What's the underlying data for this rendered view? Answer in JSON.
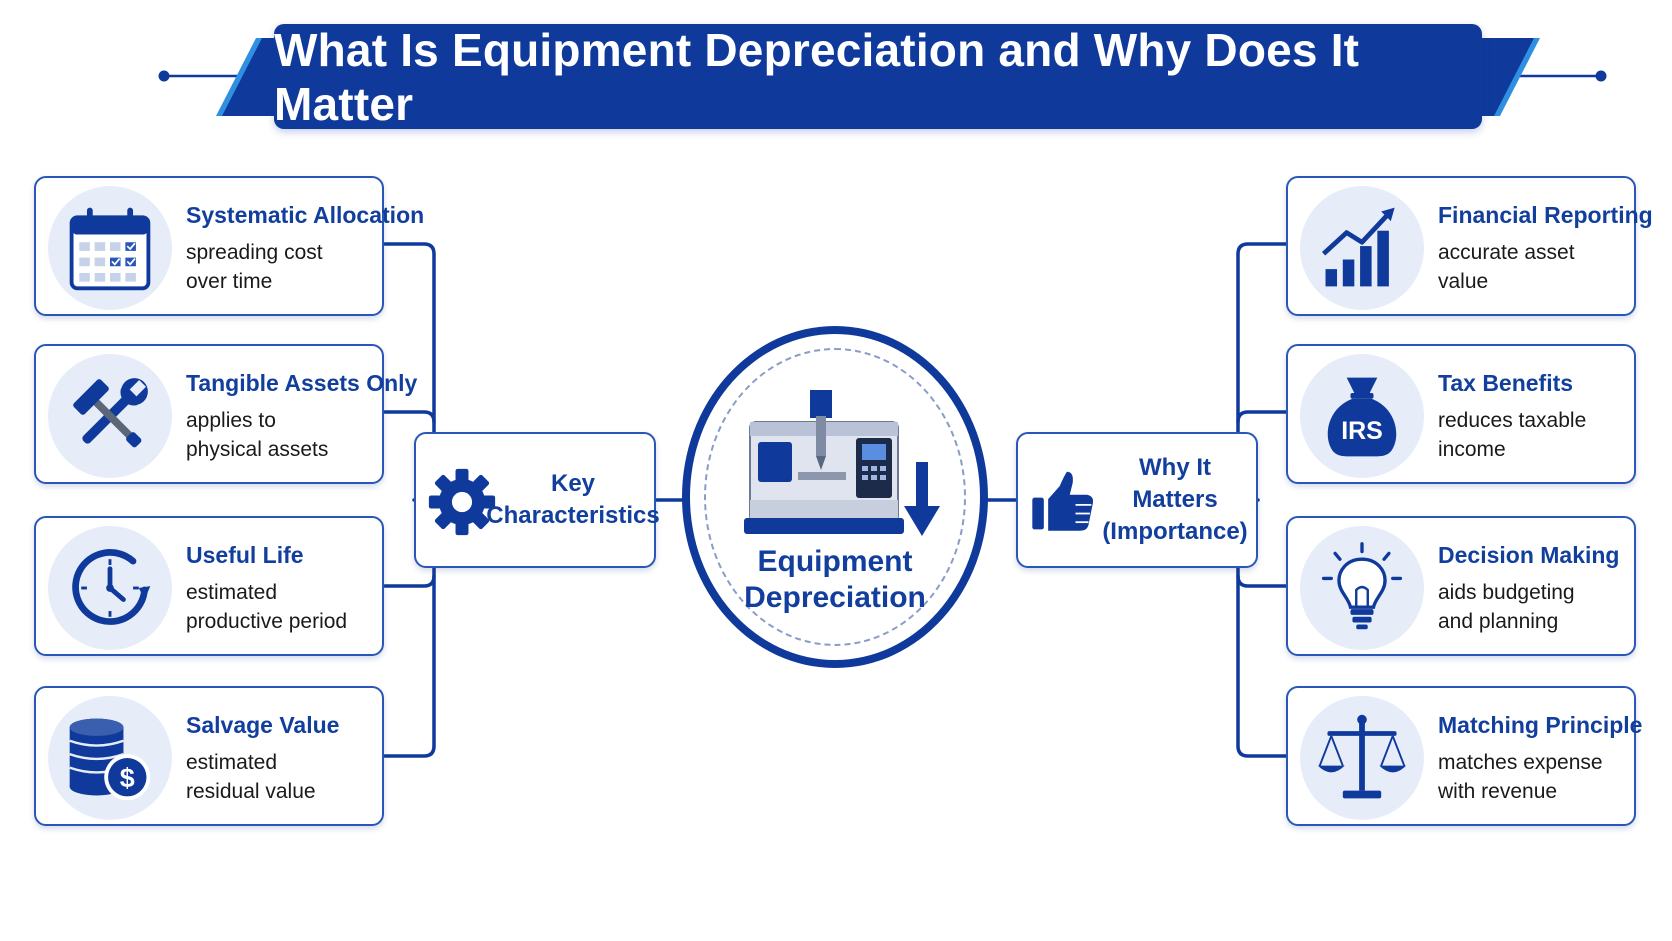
{
  "title": "What Is Equipment Depreciation and Why Does It Matter",
  "center": {
    "line1": "Equipment",
    "line2": "Depreciation"
  },
  "left_hub": {
    "line1": "Key",
    "line2": "Characteristics",
    "icon": "gear-icon"
  },
  "right_hub": {
    "line1": "Why It Matters",
    "line2": "(Importance)",
    "icon": "thumbs-up-icon"
  },
  "left_items": [
    {
      "title": "Systematic Allocation",
      "desc": [
        "spreading cost",
        "over time"
      ],
      "icon": "calendar-icon"
    },
    {
      "title": "Tangible Assets Only",
      "desc": [
        "applies to",
        "physical assets"
      ],
      "icon": "tools-icon"
    },
    {
      "title": "Useful Life",
      "desc": [
        "estimated",
        "productive period"
      ],
      "icon": "clock-icon"
    },
    {
      "title": "Salvage Value",
      "desc": [
        "estimated",
        "residual value"
      ],
      "icon": "coins-icon"
    }
  ],
  "right_items": [
    {
      "title": "Financial Reporting",
      "desc": [
        "accurate asset",
        "value"
      ],
      "icon": "growth-chart-icon"
    },
    {
      "title": "Tax Benefits",
      "desc": [
        "reduces taxable",
        "income"
      ],
      "icon": "money-bag-icon",
      "icon_text": "IRS"
    },
    {
      "title": "Decision Making",
      "desc": [
        "aids budgeting",
        "and planning"
      ],
      "icon": "lightbulb-icon"
    },
    {
      "title": "Matching Principle",
      "desc": [
        "matches expense",
        "with revenue"
      ],
      "icon": "scales-icon"
    }
  ],
  "colors": {
    "primary": "#0f3a9c",
    "accent": "#2a56b8",
    "light": "#e6edf9",
    "banner_accent": "#2f8fe0"
  }
}
